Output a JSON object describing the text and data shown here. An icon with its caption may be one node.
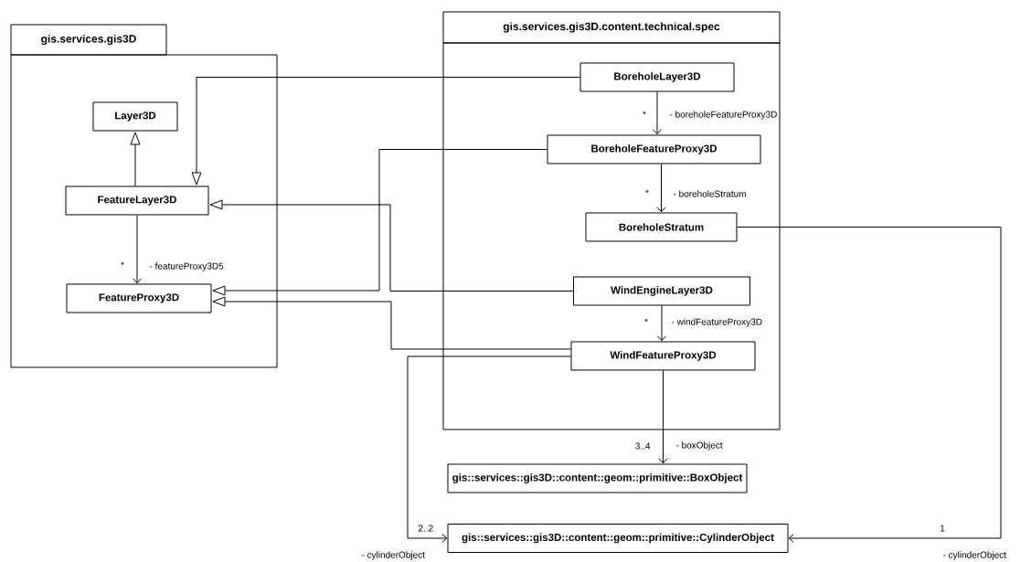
{
  "diagram": {
    "nodes": [
      {
        "text": [
          "gis.services.gis3D"
        ]
      },
      {
        "text": [
          "Layer3D"
        ],
        "in": 0
      },
      {
        "text": [
          "FeatureLayer3D"
        ],
        "in": 0
      },
      {
        "text": [
          "FeatureProxy3D"
        ],
        "in": 0
      },
      {
        "text": [
          "gis.services.gis3D.content.technical.spec"
        ]
      },
      {
        "text": [
          "BoreholeLayer3D"
        ],
        "in": 4
      },
      {
        "text": [
          "BoreholeFeatureProxy3D"
        ],
        "in": 4
      },
      {
        "text": [
          "BoreholeStratum"
        ],
        "in": 4
      },
      {
        "text": [
          "WindEngineLayer3D"
        ],
        "in": 4
      },
      {
        "text": [
          "WindFeatureProxy3D"
        ],
        "in": 4
      },
      {
        "text": [
          "gis::services::gis3D::content::geom::primitive::BoxObject"
        ]
      },
      {
        "text": [
          "gis::services::gis3D::content::geom::primitive::CylinderObject"
        ]
      }
    ],
    "edges": [
      {
        "from": 2,
        "to": 1,
        "arrow": "to"
      },
      {
        "from": 5,
        "to": 2,
        "arrow": "to"
      },
      {
        "from": 8,
        "to": 2,
        "arrow": "to"
      },
      {
        "from": 6,
        "to": 3,
        "arrow": "to"
      },
      {
        "from": 9,
        "to": 3,
        "arrow": "to"
      },
      {
        "from": 2,
        "to": 3,
        "arrow": "to",
        "label": "- featureProxy3D5"
      },
      {
        "from": 5,
        "to": 6,
        "arrow": "to",
        "label": "- boreholeFeatureProxy3D"
      },
      {
        "from": 6,
        "to": 7,
        "arrow": "to",
        "label": "- boreholeStratum"
      },
      {
        "from": 8,
        "to": 9,
        "arrow": "to",
        "label": "- windFeatureProxy3D"
      },
      {
        "from": 9,
        "to": 10,
        "arrow": "to",
        "label": "- boxObject"
      },
      {
        "from": 9,
        "to": 11,
        "arrow": "to",
        "label": "- cylinderObject"
      },
      {
        "from": 7,
        "to": 11,
        "arrow": "to",
        "label": "- cylinderObject"
      }
    ],
    "labels": [
      "*",
      "*",
      "*",
      "*",
      "3..4",
      "2..2",
      "1"
    ]
  }
}
